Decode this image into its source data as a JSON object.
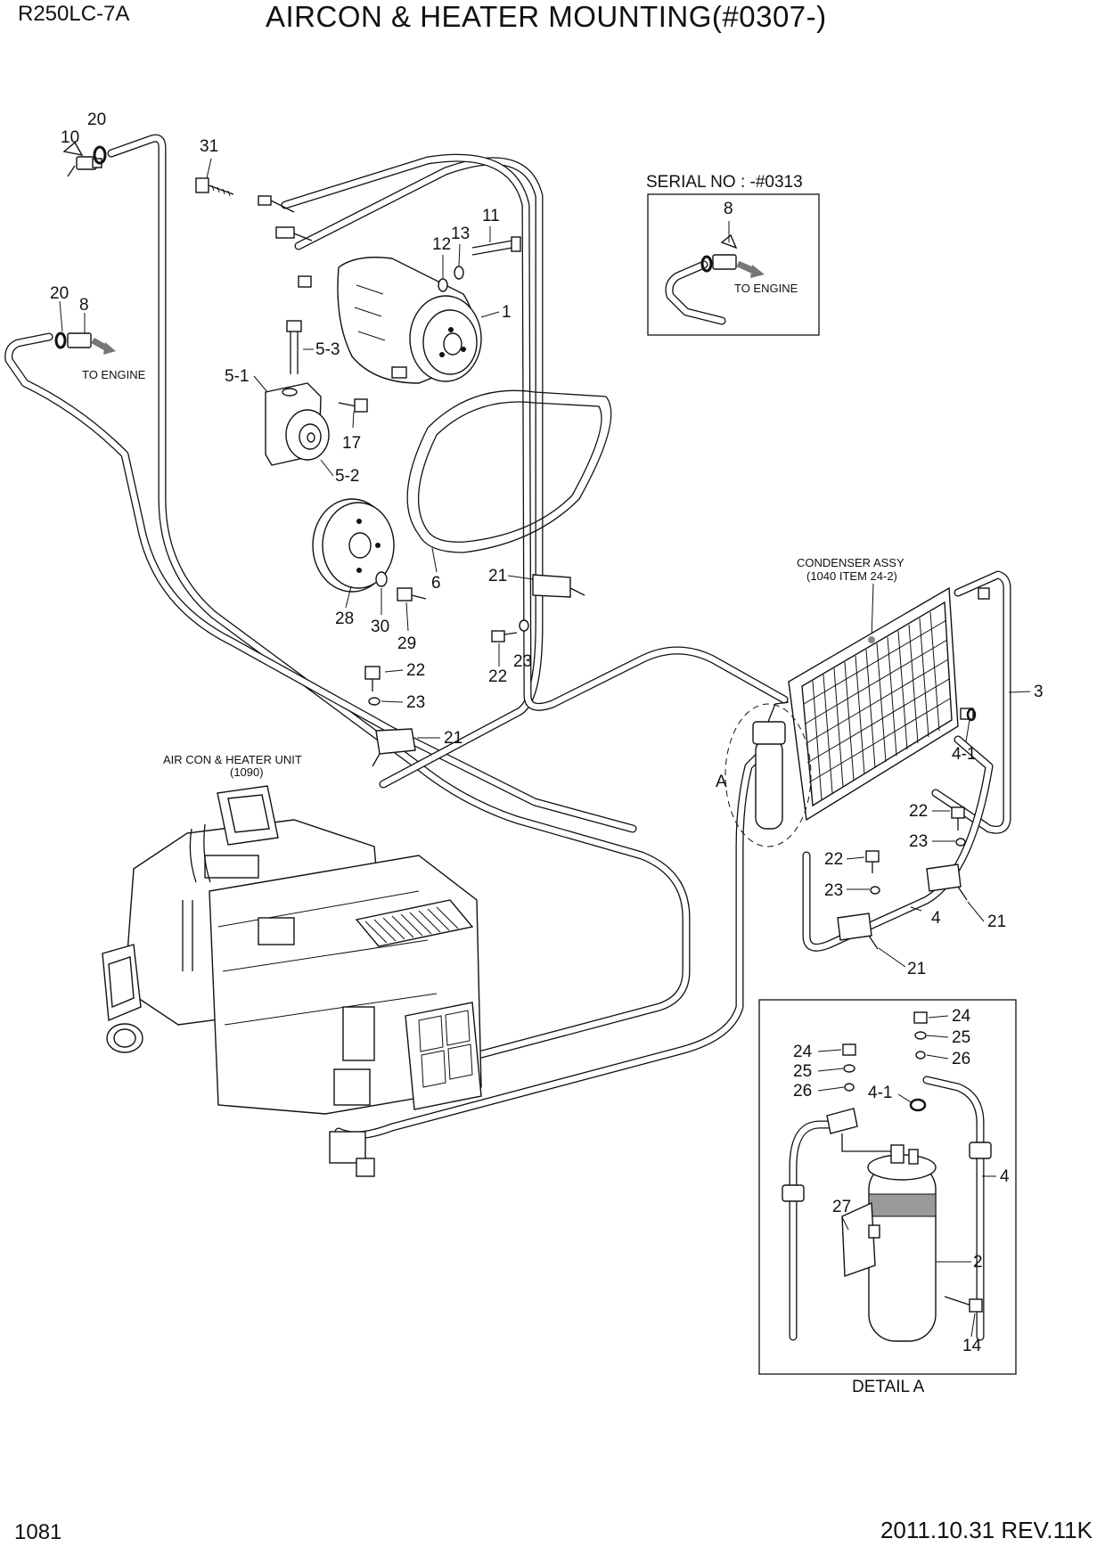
{
  "header": {
    "model": "R250LC-7A",
    "title": "AIRCON & HEATER MOUNTING(#0307-)"
  },
  "footer": {
    "page_number": "1081",
    "revision": "2011.10.31  REV.11K"
  },
  "inset_serial": {
    "title": "SERIAL NO : -#0313",
    "part": "8",
    "arrow_label": "TO ENGINE"
  },
  "detail_a": {
    "caption": "DETAIL A",
    "callout": "A"
  },
  "labels": {
    "to_engine": "TO ENGINE",
    "condenser_name": "CONDENSER ASSY",
    "condenser_ref": "(1040 ITEM 24-2)",
    "unit_name": "AIR CON & HEATER UNIT",
    "unit_ref": "(1090)"
  },
  "callouts": {
    "c10": "10",
    "c20a": "20",
    "c31": "31",
    "c11": "11",
    "c12": "12",
    "c13": "13",
    "c20b": "20",
    "c8": "8",
    "c1": "1",
    "c5_3": "5-3",
    "c5_1": "5-1",
    "c17": "17",
    "c5_2": "5-2",
    "c6": "6",
    "c28": "28",
    "c30": "30",
    "c29": "29",
    "c21a": "21",
    "c22a": "22",
    "c23a": "23",
    "c22b": "22",
    "c23b": "23",
    "c21b": "21",
    "c3": "3",
    "c4_1": "4-1",
    "c22c": "22",
    "c23c": "23",
    "c22d": "22",
    "c23d": "23",
    "c4": "4",
    "c21c": "21",
    "c21d": "21",
    "d24a": "24",
    "d25a": "25",
    "d26a": "26",
    "d24b": "24",
    "d25b": "25",
    "d26b": "26",
    "d4_1": "4-1",
    "d4": "4",
    "d27": "27",
    "d2": "2",
    "d14": "14"
  }
}
